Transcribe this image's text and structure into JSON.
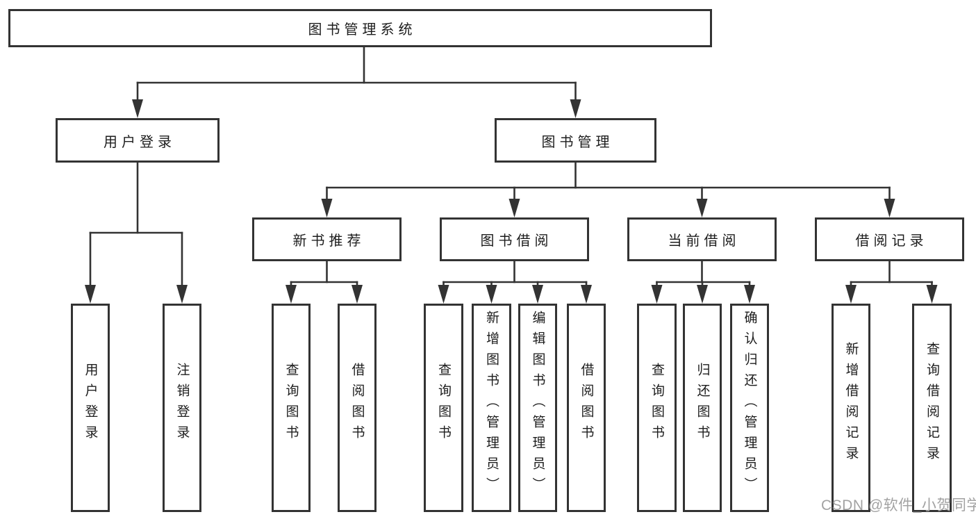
{
  "colors": {
    "line": "#333333",
    "box_border": "#333333",
    "box_background": "#ffffff",
    "text": "#1d1d1d",
    "watermark": "#a2a2a2",
    "page_background": "#ffffff"
  },
  "tree": {
    "root": {
      "label": "图书管理系统"
    },
    "branches": [
      {
        "label": "用户登录",
        "children": [
          {
            "label": "用户登录"
          },
          {
            "label": "注销登录"
          }
        ]
      },
      {
        "label": "图书管理",
        "children": [
          {
            "label": "新书推荐",
            "children": [
              {
                "label": "查询图书"
              },
              {
                "label": "借阅图书"
              }
            ]
          },
          {
            "label": "图书借阅",
            "children": [
              {
                "label": "查询图书"
              },
              {
                "label": "新增图书（管理员）"
              },
              {
                "label": "编辑图书（管理员）"
              },
              {
                "label": "借阅图书"
              }
            ]
          },
          {
            "label": "当前借阅",
            "children": [
              {
                "label": "查询图书"
              },
              {
                "label": "归还图书"
              },
              {
                "label": "确认归还（管理员）"
              }
            ]
          },
          {
            "label": "借阅记录",
            "children": [
              {
                "label": "新增借阅记录"
              },
              {
                "label": "查询借阅记录"
              }
            ]
          }
        ]
      }
    ]
  },
  "watermark": {
    "text": "CSDN @软件_小贺同学"
  }
}
